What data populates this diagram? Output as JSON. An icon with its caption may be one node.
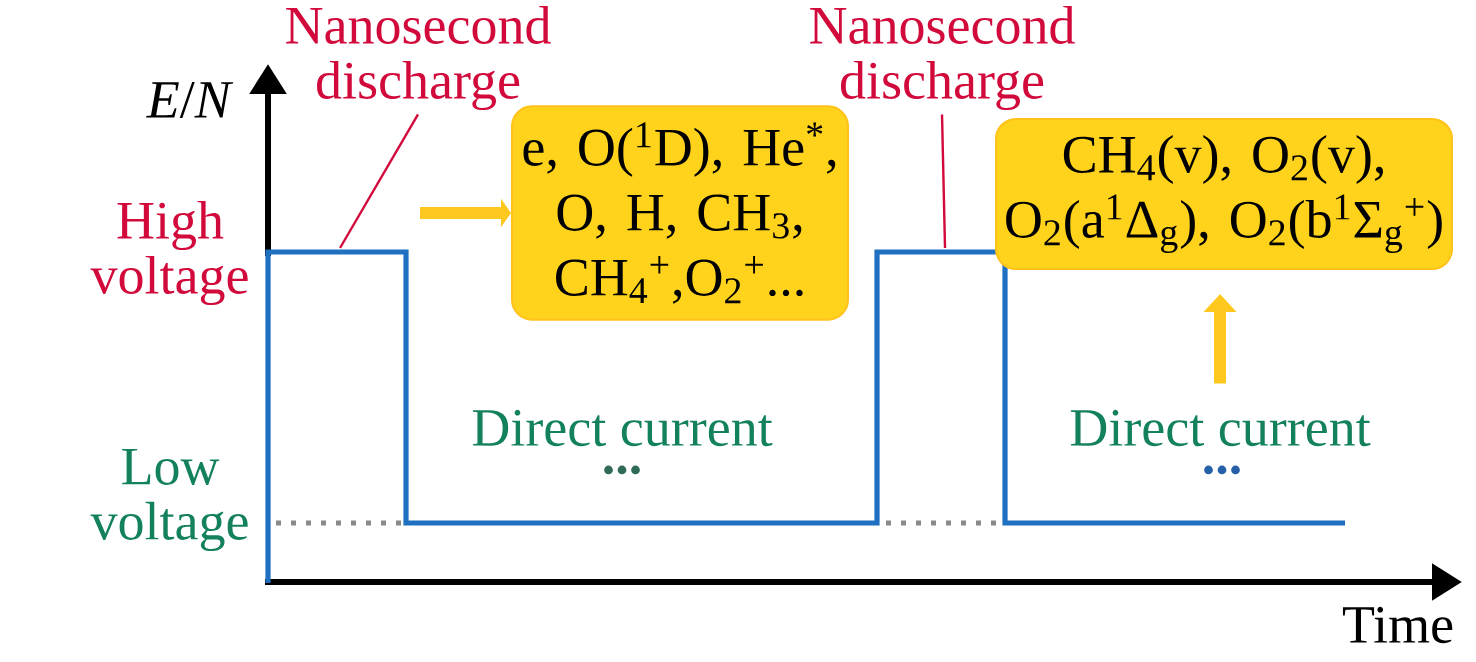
{
  "diagram": {
    "nodes": [
      {
        "text": [
          "Nanosecond discharge"
        ]
      },
      {
        "text": [
          "Nanosecond discharge"
        ]
      },
      {
        "text": [
          "e, O($^{1}$D), He$^{*}$, O, H, CH$_{3}$, CH$_{4}$$^{+}$,O$_{2}$$^{+}$..."
        ]
      },
      {
        "text": [
          "CH$_{4}$(v), O$_{2}$(v), O$_{2}$(a$^{1}$Δ$_{g}$), O$_{2}$(b$^{1}$Σ$_{g}$$^{+}$)"
        ]
      },
      {
        "text": [
          "Direct current"
        ]
      }
    ],
    "edges": [
      {
        "from": 0,
        "to": null,
        "arrow": "none",
        "color": "#d20a3c"
      },
      {
        "from": 1,
        "to": null,
        "arrow": "none",
        "color": "#d20a3c"
      },
      {
        "from": null,
        "to": 2,
        "arrow": "to",
        "style": "thick",
        "color": "#ffc81e"
      },
      {
        "from": 4,
        "to": 3,
        "arrow": "to",
        "style": "thick",
        "color": "#ffc81e"
      }
    ],
    "labels": [
      "*E*/*N*",
      "High voltage",
      "Direct current",
      "...",
      "...",
      "Low voltage",
      "Time"
    ]
  }
}
